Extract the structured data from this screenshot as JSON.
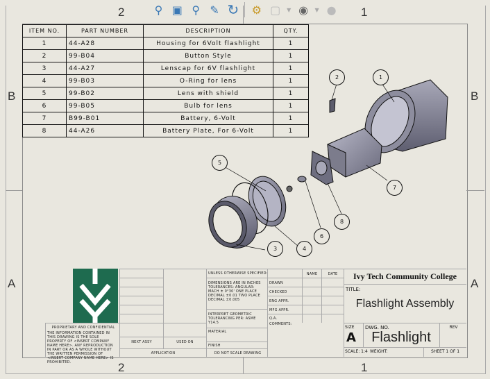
{
  "toolbar": {
    "icons": [
      "zoom-to-fit-icon",
      "zoom-to-area-icon",
      "zoom-in-out-icon",
      "rotate-icon",
      "redo-icon",
      "view-settings-icon",
      "display-style-icon",
      "hide-show-icon",
      "appearance-icon"
    ]
  },
  "zones": {
    "top": [
      "2",
      "1"
    ],
    "bottom": [
      "2",
      "1"
    ],
    "left": [
      "B",
      "A"
    ],
    "right": [
      "B",
      "A"
    ]
  },
  "bom": {
    "headers": [
      "ITEM NO.",
      "PART NUMBER",
      "DESCRIPTION",
      "QTY."
    ],
    "rows": [
      {
        "item": "1",
        "part": "44-A28",
        "desc": "Housing for 6Volt flashlight",
        "qty": "1"
      },
      {
        "item": "2",
        "part": "99-B04",
        "desc": "Button Style",
        "qty": "1"
      },
      {
        "item": "3",
        "part": "44-A27",
        "desc": "Lenscap for 6V flashlight",
        "qty": "1"
      },
      {
        "item": "4",
        "part": "99-B03",
        "desc": "O-Ring for lens",
        "qty": "1"
      },
      {
        "item": "5",
        "part": "99-B02",
        "desc": "Lens with shield",
        "qty": "1"
      },
      {
        "item": "6",
        "part": "99-B05",
        "desc": "Bulb for lens",
        "qty": "1"
      },
      {
        "item": "7",
        "part": "B99-B01",
        "desc": "Battery, 6-Volt",
        "qty": "1"
      },
      {
        "item": "8",
        "part": "44-A26",
        "desc": "Battery Plate, For 6-Volt",
        "qty": "1"
      }
    ]
  },
  "balloons": [
    "1",
    "2",
    "3",
    "4",
    "5",
    "6",
    "7",
    "8"
  ],
  "title_block": {
    "logo_color": "#1e6b4f",
    "proprietary_title": "PROPRIETARY AND CONFIDENTIAL",
    "proprietary_text": "THE INFORMATION CONTAINED IN THIS DRAWING IS THE SOLE PROPERTY OF <INSERT COMPANY NAME HERE>. ANY REPRODUCTION IN PART OR AS A WHOLE WITHOUT THE WRITTEN PERMISSION OF <INSERT COMPANY NAME HERE> IS PROHIBITED.",
    "next_assy": "NEXT ASSY",
    "used_on": "USED ON",
    "application": "APPLICATION",
    "unless": "UNLESS OTHERWISE SPECIFIED:",
    "dimensions": "DIMENSIONS ARE IN INCHES TOLERANCES: ANGULAR: MACH ± 0°30' ONE PLACE DECIMAL ±0.01 TWO PLACE DECIMAL ±0.005",
    "interpret": "INTERPRET GEOMETRIC TOLERANCING PER: ASME Y14.5",
    "material": "MATERIAL",
    "finish": "FINISH",
    "do_not_scale": "DO NOT SCALE DRAWING",
    "name": "NAME",
    "date": "DATE",
    "drawn": "DRAWN",
    "checked": "CHECKED",
    "eng_appr": "ENG APPR.",
    "mfg_appr": "MFG APPR.",
    "qa": "Q.A.",
    "comments": "COMMENTS:",
    "company": "Ivy Tech Community College",
    "title_label": "TITLE:",
    "title": "Flashlight Assembly",
    "size_label": "SIZE",
    "size": "A",
    "dwg_label": "DWG.  NO.",
    "dwg_no": "Flashlight",
    "rev_label": "REV",
    "scale": "SCALE: 1:4",
    "weight": "WEIGHT:",
    "sheet": "SHEET 1 OF 1"
  }
}
